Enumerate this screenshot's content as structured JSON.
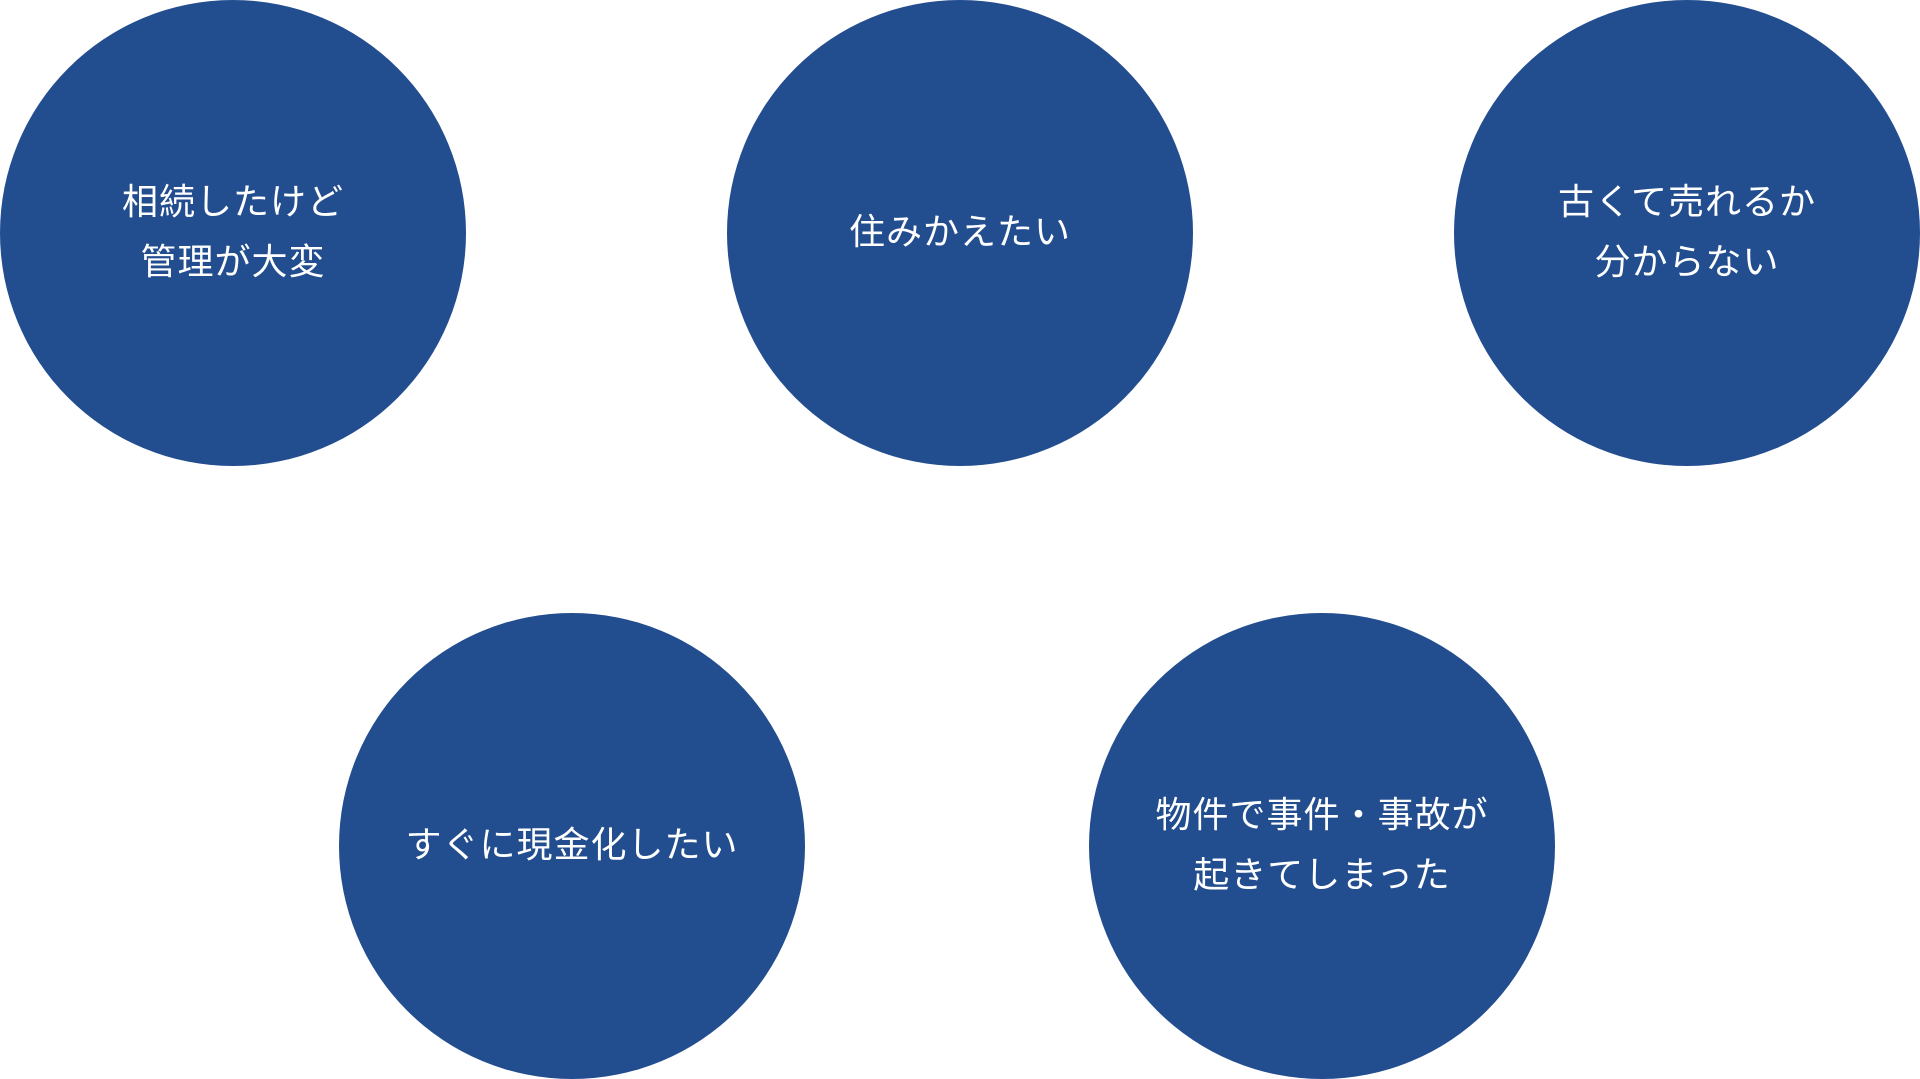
{
  "colors": {
    "circle": "#224d8f",
    "text": "#ffffff",
    "background": "#ffffff"
  },
  "circles": [
    {
      "lines": [
        "相続したけど",
        "管理が大変"
      ]
    },
    {
      "lines": [
        "住みかえたい"
      ]
    },
    {
      "lines": [
        "古くて売れるか",
        "分からない"
      ]
    },
    {
      "lines": [
        "すぐに現金化したい"
      ]
    },
    {
      "lines": [
        "物件で事件・事故が",
        "起きてしまった"
      ]
    }
  ]
}
